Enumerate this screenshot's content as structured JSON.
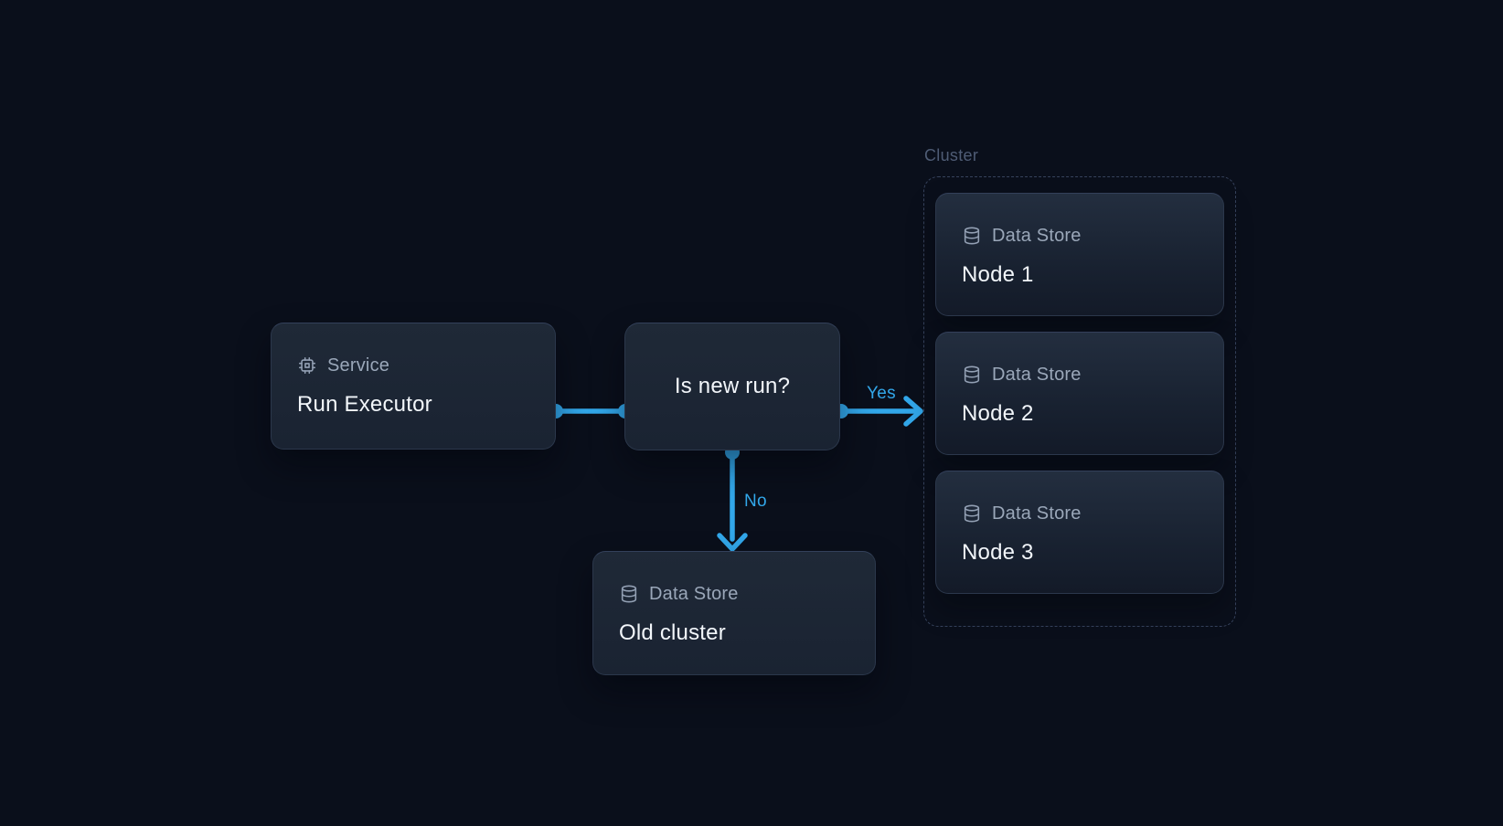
{
  "colors": {
    "background": "#0a0f1b",
    "accent": "#32a7ea",
    "node_type_label": "#9aa7b9",
    "node_title": "#f2f6fa",
    "cluster_label": "#4f5c75"
  },
  "diagram": {
    "service_node": {
      "icon": "chip-icon",
      "type_label": "Service",
      "title": "Run Executor"
    },
    "decision_node": {
      "question": "Is new run?"
    },
    "edges": {
      "yes_label": "Yes",
      "no_label": "No"
    },
    "cluster": {
      "label": "Cluster",
      "nodes": [
        {
          "icon": "database-icon",
          "type_label": "Data Store",
          "title": "Node 1"
        },
        {
          "icon": "database-icon",
          "type_label": "Data Store",
          "title": "Node 2"
        },
        {
          "icon": "database-icon",
          "type_label": "Data Store",
          "title": "Node 3"
        }
      ]
    },
    "old_cluster_node": {
      "icon": "database-icon",
      "type_label": "Data Store",
      "title": "Old cluster"
    }
  }
}
